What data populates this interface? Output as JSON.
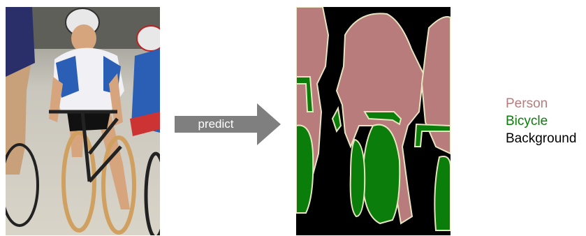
{
  "arrow": {
    "label": "predict"
  },
  "legend": {
    "items": [
      {
        "label": "Person",
        "color": "#b87c7c"
      },
      {
        "label": "Bicycle",
        "color": "#0a7d0a"
      },
      {
        "label": "Background",
        "color": "#000000"
      }
    ]
  },
  "colors": {
    "person": "#b87c7c",
    "bicycle": "#0a7d0a",
    "background": "#000000",
    "outline": "#e8e4c0",
    "arrow": "#7f7f7f"
  }
}
